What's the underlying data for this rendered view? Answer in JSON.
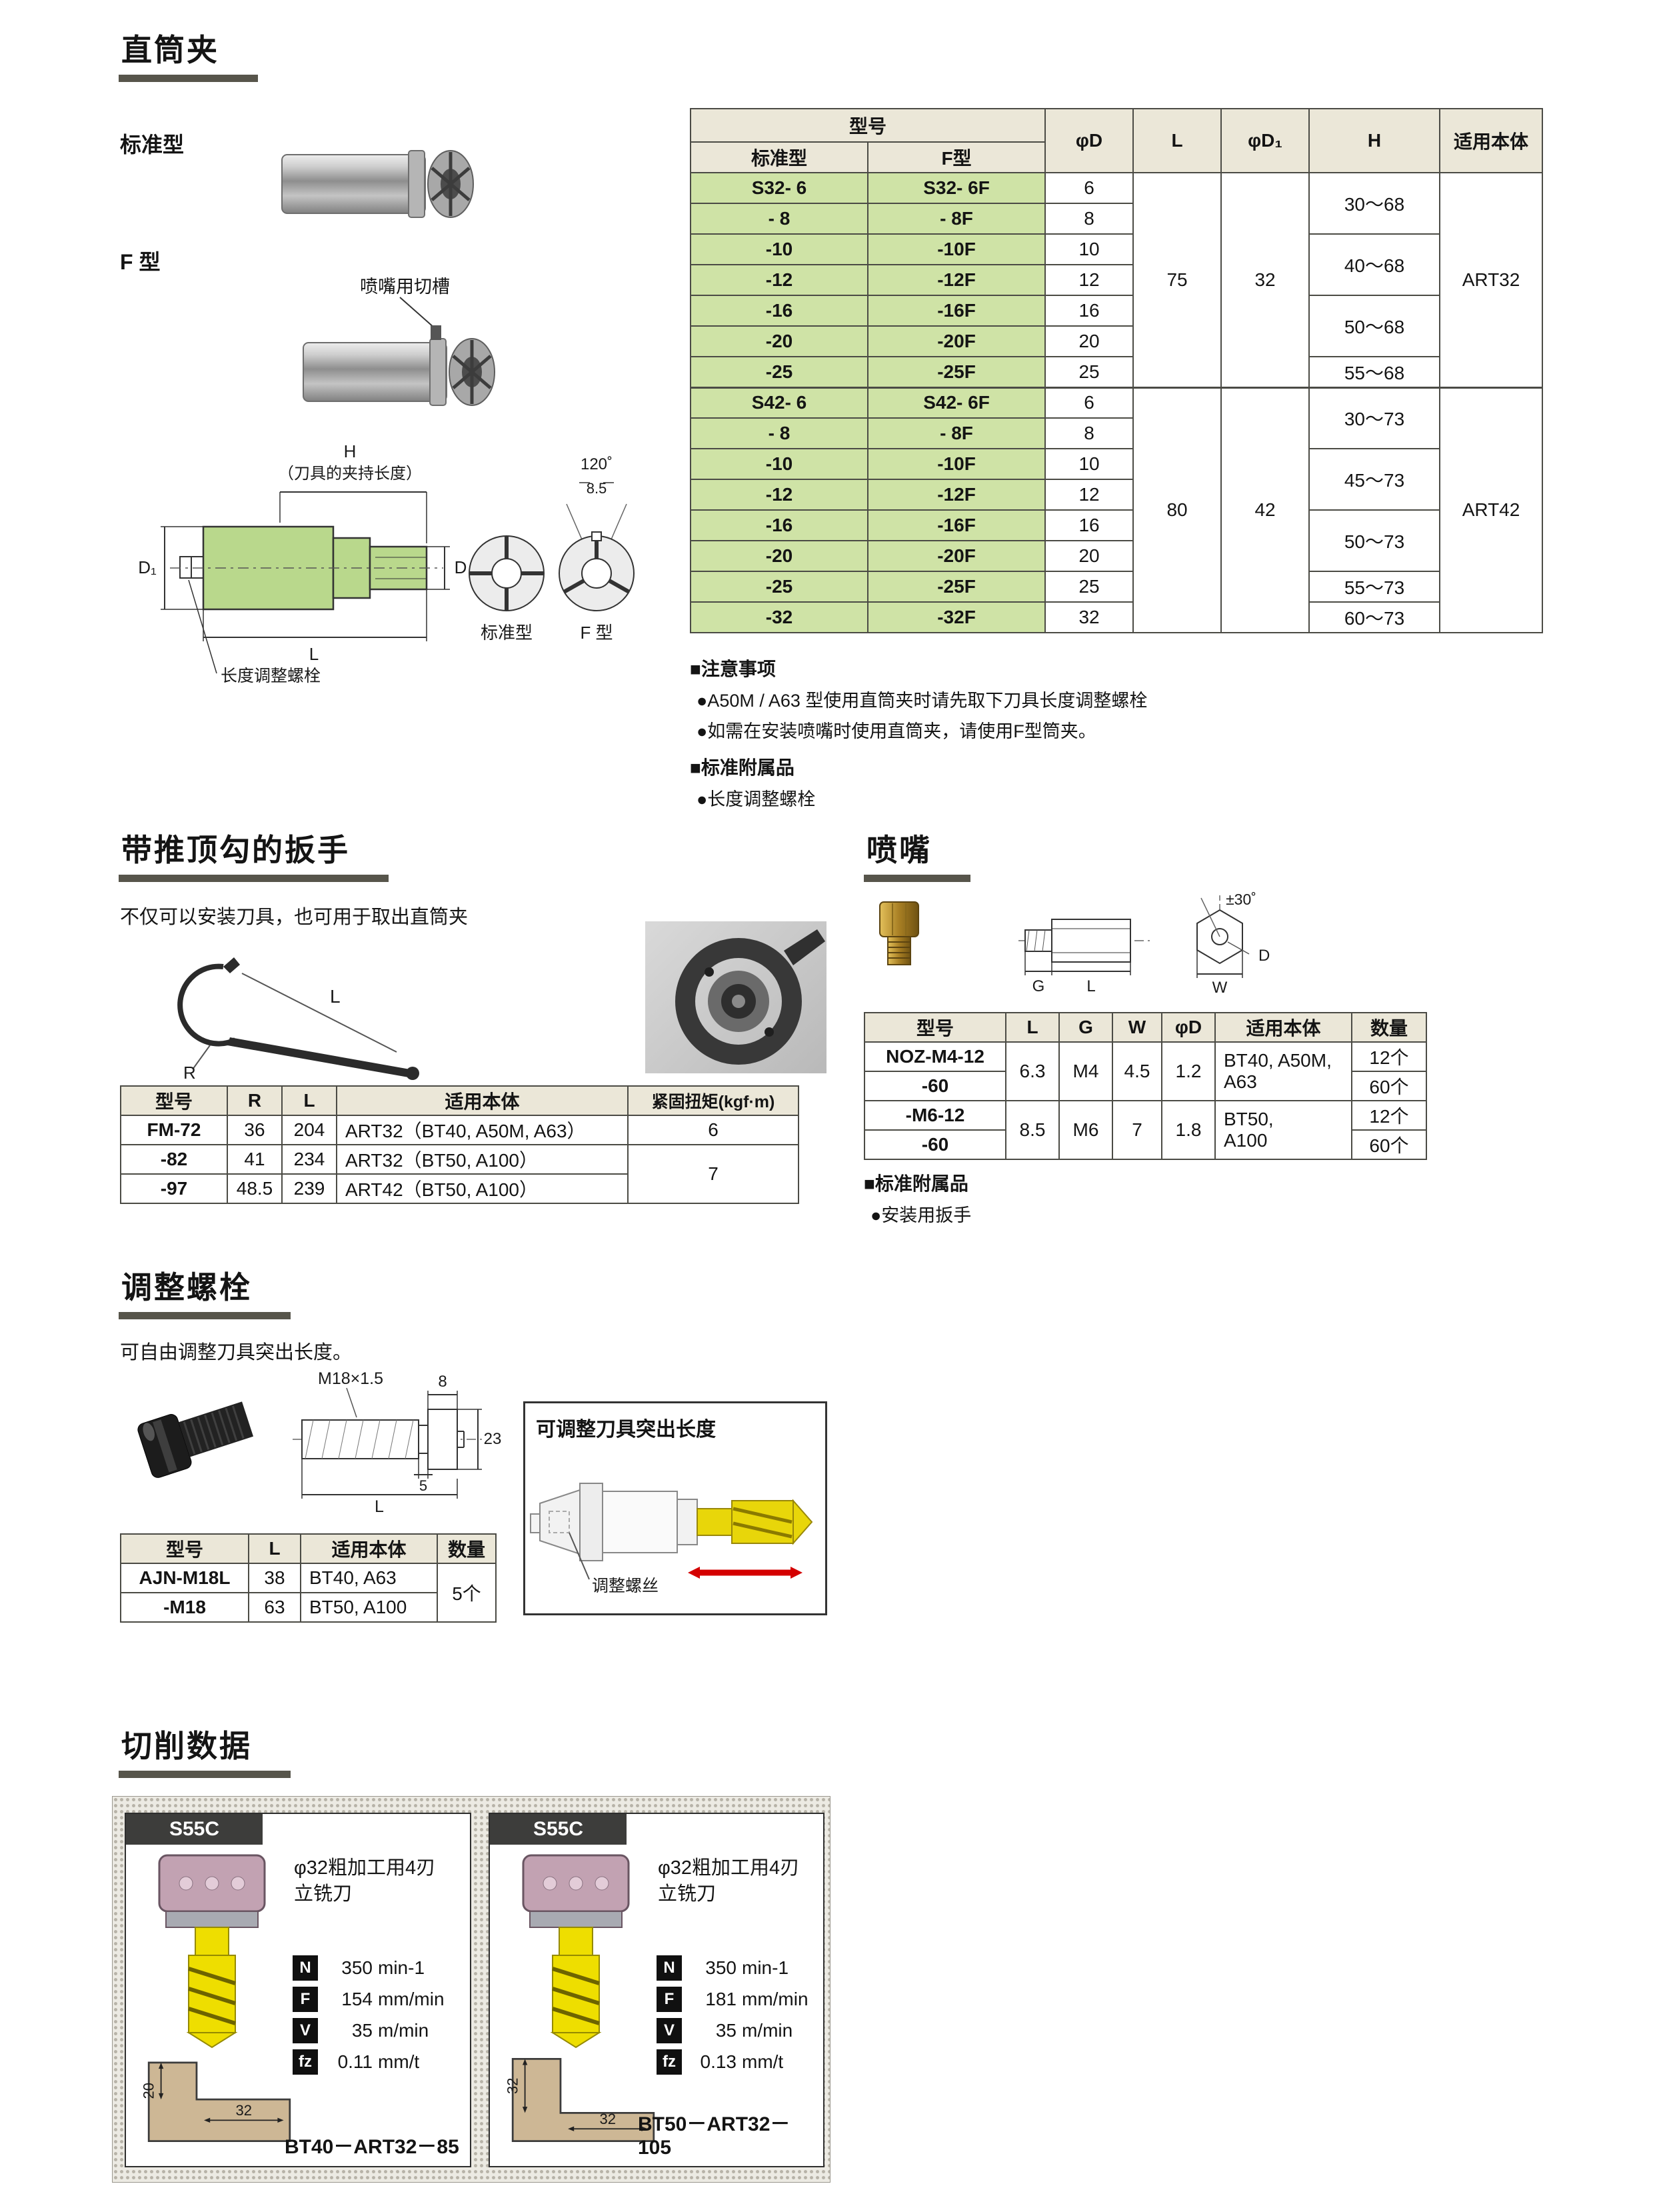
{
  "collet": {
    "title": "直筒夹",
    "label_standard": "标准型",
    "label_f": "F 型",
    "notch_note": "喷嘴用切槽",
    "drawing": {
      "h": "H",
      "h_sub": "（刀具的夹持长度）",
      "angle": "120˚",
      "notch_w": "8.5",
      "d1": "D₁",
      "d": "D",
      "l": "L",
      "front_std": "标准型",
      "front_f": "F 型",
      "bolt_label": "长度调整螺栓"
    },
    "table": {
      "h_model": "型号",
      "h_std": "标准型",
      "h_f": "F型",
      "h_d": "φD",
      "h_l": "L",
      "h_d1": "φD₁",
      "h_h": "H",
      "h_body": "适用本体",
      "rows": [
        {
          "std": "S32- 6",
          "f": "S32- 6F",
          "d": "6",
          "l": "75",
          "d1": "32",
          "h": "30～68",
          "body": "ART32"
        },
        {
          "std": "- 8",
          "f": "- 8F",
          "d": "8"
        },
        {
          "std": "-10",
          "f": "-10F",
          "d": "10",
          "h": "40～68"
        },
        {
          "std": "-12",
          "f": "-12F",
          "d": "12"
        },
        {
          "std": "-16",
          "f": "-16F",
          "d": "16",
          "h": "50～68"
        },
        {
          "std": "-20",
          "f": "-20F",
          "d": "20"
        },
        {
          "std": "-25",
          "f": "-25F",
          "d": "25",
          "h": "55～68"
        },
        {
          "std": "S42- 6",
          "f": "S42- 6F",
          "d": "6",
          "l": "80",
          "d1": "42",
          "h": "30～73",
          "body": "ART42"
        },
        {
          "std": "- 8",
          "f": "- 8F",
          "d": "8"
        },
        {
          "std": "-10",
          "f": "-10F",
          "d": "10",
          "h": "45～73"
        },
        {
          "std": "-12",
          "f": "-12F",
          "d": "12"
        },
        {
          "std": "-16",
          "f": "-16F",
          "d": "16",
          "h": "50～73"
        },
        {
          "std": "-20",
          "f": "-20F",
          "d": "20"
        },
        {
          "std": "-25",
          "f": "-25F",
          "d": "25",
          "h": "55～73"
        },
        {
          "std": "-32",
          "f": "-32F",
          "d": "32",
          "h": "60～73"
        }
      ]
    },
    "notes": {
      "t1": "■注意事项",
      "n1": "●A50M / A63 型使用直筒夹时请先取下刀具长度调整螺栓",
      "n2": "●如需在安装喷嘴时使用直筒夹，请使用F型筒夹。",
      "t2": "■标准附属品",
      "n3": "●长度调整螺栓"
    }
  },
  "wrench": {
    "title": "带推顶勾的扳手",
    "desc": "不仅可以安装刀具，也可用于取出直筒夹",
    "dim_l": "L",
    "dim_r": "R",
    "table": {
      "h_model": "型号",
      "h_r": "R",
      "h_l": "L",
      "h_body": "适用本体",
      "h_torque": "紧固扭矩(kgf·m)",
      "rows": [
        {
          "model": "FM-72",
          "r": "36",
          "l": "204",
          "body": "ART32（BT40, A50M, A63）",
          "torque": "6"
        },
        {
          "model": "-82",
          "r": "41",
          "l": "234",
          "body": "ART32（BT50, A100）",
          "torque": "7"
        },
        {
          "model": "-97",
          "r": "48.5",
          "l": "239",
          "body": "ART42（BT50, A100）"
        }
      ]
    }
  },
  "nozzle": {
    "title": "喷嘴",
    "drawing": {
      "angle": "±30˚",
      "g": "G",
      "l": "L",
      "w": "W",
      "d": "D"
    },
    "table": {
      "h_model": "型号",
      "h_l": "L",
      "h_g": "G",
      "h_w": "W",
      "h_d": "φD",
      "h_body": "适用本体",
      "h_qty": "数量",
      "rows": [
        {
          "model": "NOZ-M4-12",
          "l": "6.3",
          "g": "M4",
          "w": "4.5",
          "d": "1.2",
          "body": "BT40, A50M,\nA63",
          "qty": "12个"
        },
        {
          "model": "-60",
          "qty": "60个"
        },
        {
          "model": "-M6-12",
          "l": "8.5",
          "g": "M6",
          "w": "7",
          "d": "1.8",
          "body": "BT50,\nA100",
          "qty": "12个"
        },
        {
          "model": "-60",
          "qty": "60个"
        }
      ]
    },
    "notes": {
      "t": "■标准附属品",
      "n": "●安装用扳手"
    }
  },
  "bolt": {
    "title": "调整螺栓",
    "desc": "可自由调整刀具突出长度。",
    "drawing": {
      "thread": "M18×1.5",
      "d8": "8",
      "d23": "23",
      "d5": "5",
      "l": "L"
    },
    "adjust_box": {
      "title": "可调整刀具突出长度",
      "screw_label": "调整螺丝"
    },
    "table": {
      "h_model": "型号",
      "h_l": "L",
      "h_body": "适用本体",
      "h_qty": "数量",
      "rows": [
        {
          "model": "AJN-M18L",
          "l": "38",
          "body": "BT40, A63",
          "qty": "5个"
        },
        {
          "model": "-M18",
          "l": "63",
          "body": "BT50, A100"
        }
      ]
    }
  },
  "cutting": {
    "title": "切削数据",
    "panels": [
      {
        "material": "S55C",
        "tool1": "φ32粗加工用4刃",
        "tool2": "立铣刀",
        "params": [
          {
            "k": "N",
            "num": "350",
            "unit": "min-1"
          },
          {
            "k": "F",
            "num": "154",
            "unit": "mm/min"
          },
          {
            "k": "V",
            "num": "35",
            "unit": "m/min"
          },
          {
            "k": "fz",
            "num": "0.11",
            "unit": "mm/t"
          }
        ],
        "dim_v": "20",
        "dim_h": "32",
        "caption": "BT40－ART32－85"
      },
      {
        "material": "S55C",
        "tool1": "φ32粗加工用4刃",
        "tool2": "立铣刀",
        "params": [
          {
            "k": "N",
            "num": "350",
            "unit": "min-1"
          },
          {
            "k": "F",
            "num": "181",
            "unit": "mm/min"
          },
          {
            "k": "V",
            "num": "35",
            "unit": "m/min"
          },
          {
            "k": "fz",
            "num": "0.13",
            "unit": "mm/t"
          }
        ],
        "dim_v": "32",
        "dim_h": "32",
        "caption": "BT50－ART32－105"
      }
    ]
  }
}
